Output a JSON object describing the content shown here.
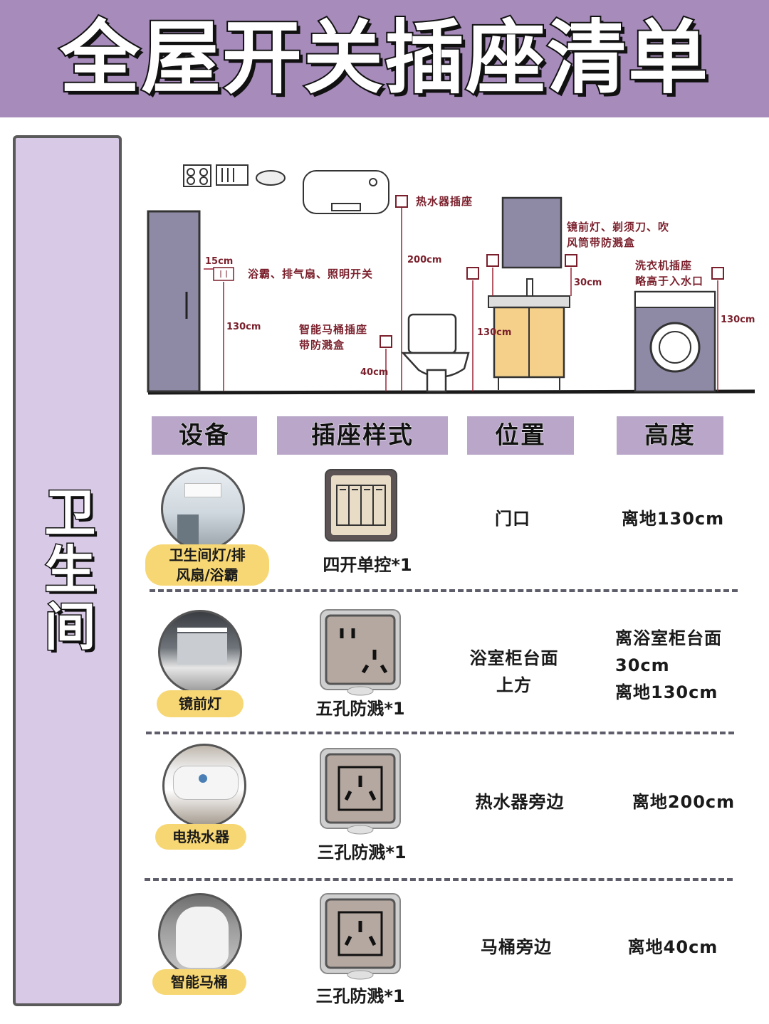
{
  "title": "全屋开关插座清单",
  "room_label": [
    "卫",
    "生",
    "间"
  ],
  "diagram": {
    "water_heater_socket": "热水器插座",
    "mirror_note_line1": "镜前灯、剃须刀、吹",
    "mirror_note_line2": "风筒带防溅盒",
    "switch_offset": "15cm",
    "switch_note": "浴霸、排气扇、照明开关",
    "height_200": "200cm",
    "mirror_gap": "30cm",
    "washer_note_line1": "洗衣机插座",
    "washer_note_line2": "略高于入水口",
    "height_130_left": "130cm",
    "toilet_note_line1": "智能马桶插座",
    "toilet_note_line2": "带防溅盒",
    "height_130_mid": "130cm",
    "height_130_right": "130cm",
    "height_40": "40cm"
  },
  "headers": [
    "设备",
    "插座样式",
    "位置",
    "高度"
  ],
  "rows": [
    {
      "device": "卫生间灯/排风扇/浴霸",
      "device_line1": "卫生间灯/排",
      "device_line2": "风扇/浴霸",
      "style": "四开单控*1",
      "position_line1": "门口",
      "position_line2": "",
      "height_line1": "离地130cm",
      "height_line2": "",
      "height_line3": ""
    },
    {
      "device_line1": "镜前灯",
      "style": "五孔防溅*1",
      "position_line1": "浴室柜台面",
      "position_line2": "上方",
      "height_line1": "离浴室柜台面",
      "height_line2": "30cm",
      "height_line3": "离地130cm"
    },
    {
      "device_line1": "电热水器",
      "style": "三孔防溅*1",
      "position_line1": "热水器旁边",
      "height_line1": "离地200cm"
    },
    {
      "device_line1": "智能马桶",
      "style": "三孔防溅*1",
      "position_line1": "马桶旁边",
      "height_line1": "离地40cm"
    }
  ]
}
